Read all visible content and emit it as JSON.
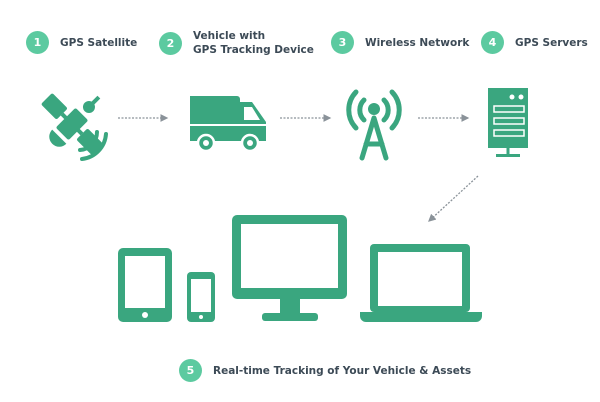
{
  "steps": [
    {
      "num": "1",
      "label": "GPS Satellite"
    },
    {
      "num": "2",
      "label_line1": "Vehicle with",
      "label_line2": "GPS Tracking Device"
    },
    {
      "num": "3",
      "label": "Wireless Network"
    },
    {
      "num": "4",
      "label": "GPS Servers"
    },
    {
      "num": "5",
      "label": "Real-time Tracking of Your Vehicle & Assets"
    }
  ],
  "icons": [
    "satellite-icon",
    "van-icon",
    "antenna-tower-icon",
    "server-icon",
    "tablet-icon",
    "smartphone-icon",
    "desktop-monitor-icon",
    "laptop-icon"
  ],
  "colors": {
    "icon": "#3aa67f",
    "badge": "#5ccaa0",
    "text": "#3c4a56",
    "arrow": "#8a9299"
  }
}
